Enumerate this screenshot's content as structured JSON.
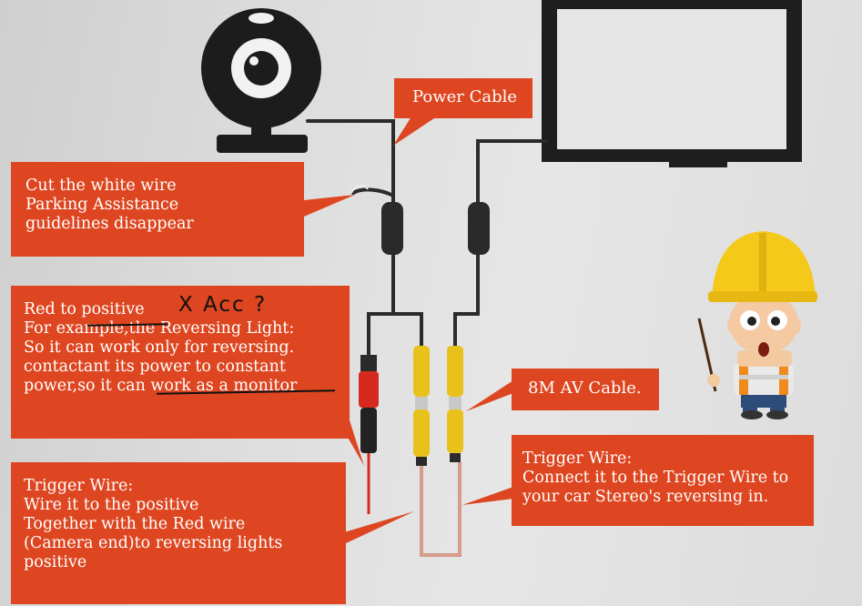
{
  "callouts": {
    "power_cable": [
      "Power Cable"
    ],
    "cut_white_wire": [
      "Cut the white wire",
      "Parking Assistance",
      "guidelines disappear"
    ],
    "red_to_positive": [
      "Red to positive",
      "For example,the Reversing Light:",
      "So it can work only for reversing.",
      "contactant its power to constant",
      "power,so it can work as a monitor"
    ],
    "trigger_left": [
      "Trigger Wire:",
      "Wire it to the positive",
      "Together with the Red wire",
      "(Camera end)to reversing lights",
      "positive"
    ],
    "av_cable": [
      "8M AV Cable."
    ],
    "trigger_right": [
      "Trigger Wire:",
      "Connect it to the Trigger Wire to",
      "your car Stereo's reversing in."
    ]
  },
  "handwritten_note": "X Acc ?",
  "colors": {
    "callout": "#dd4620",
    "wire": "#2b2b2b",
    "rca_yellow": "#e8c21a",
    "red_wire": "#d62a1e"
  },
  "icons": [
    "camera-icon",
    "monitor-icon",
    "worker-icon"
  ]
}
